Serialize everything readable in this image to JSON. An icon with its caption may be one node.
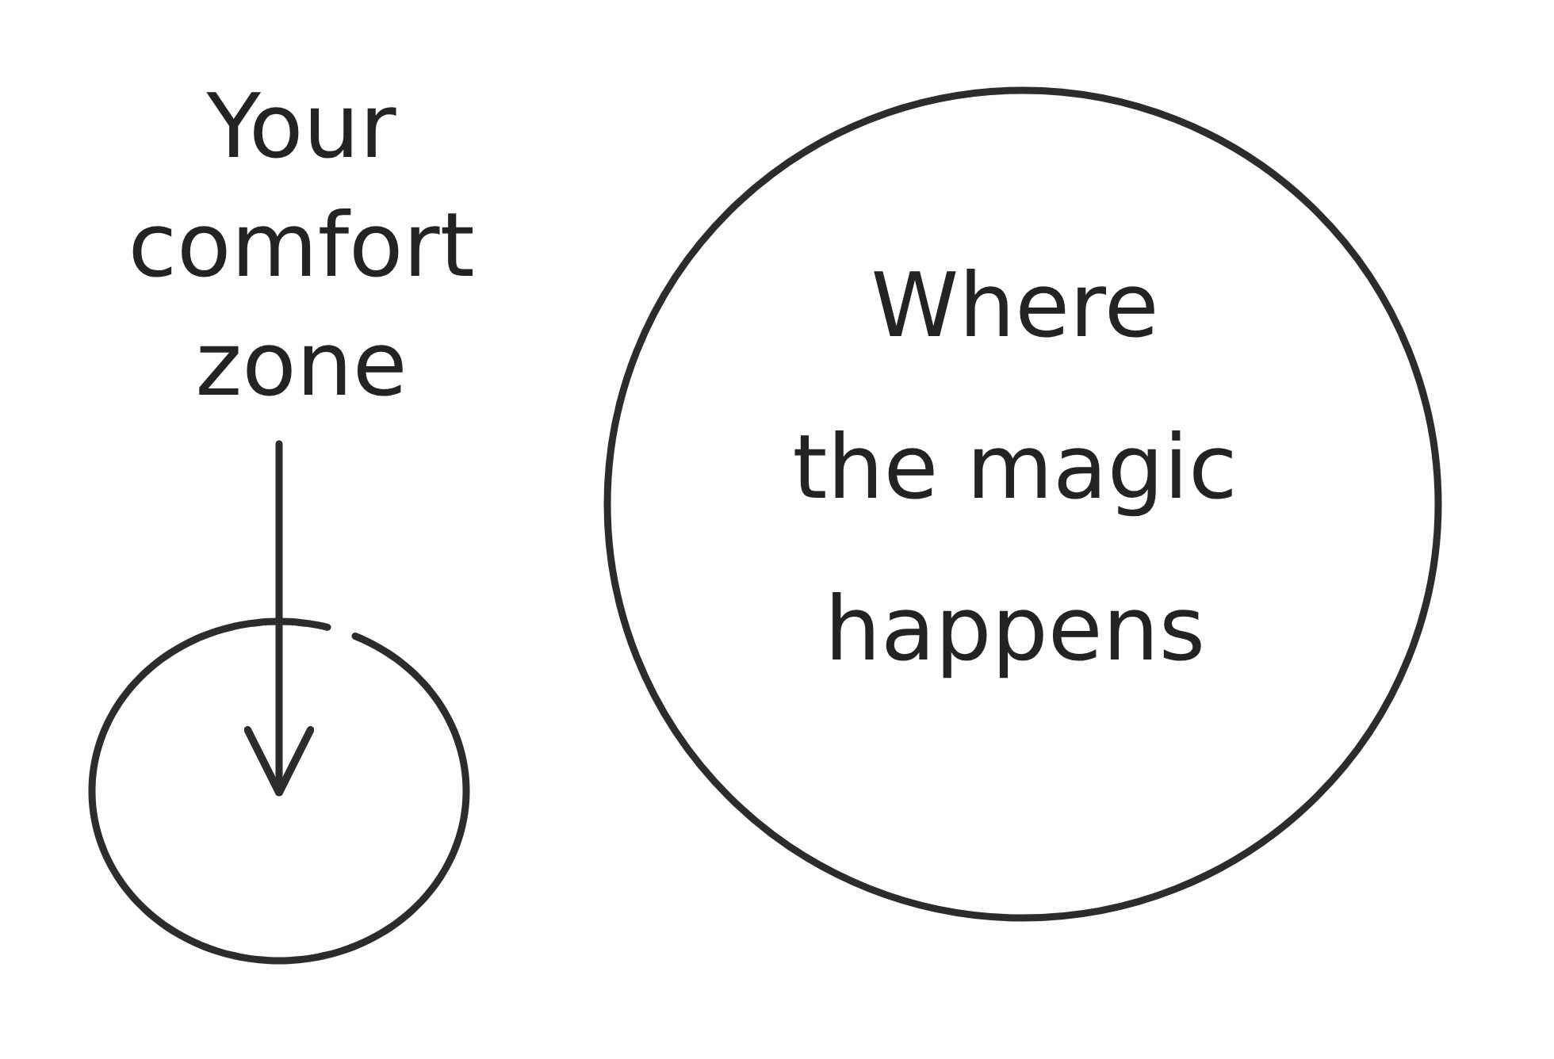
{
  "diagram": {
    "nodes": [
      {
        "text": [
          "Your comfort zone"
        ]
      },
      {
        "text": [],
        "shape": "circle"
      },
      {
        "text": [
          "Where the magic happens"
        ]
      }
    ],
    "edges": [
      {
        "from": 0,
        "to": 1,
        "arrow": "to"
      }
    ]
  }
}
